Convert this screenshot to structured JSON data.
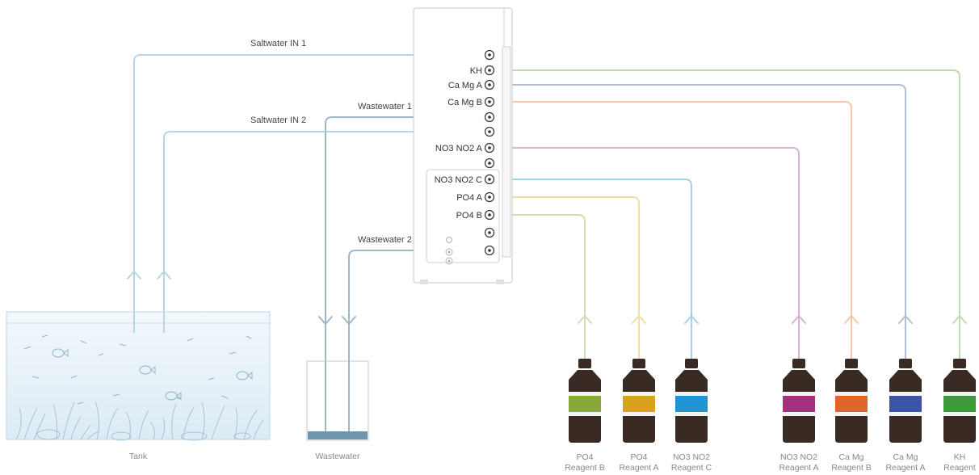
{
  "colors": {
    "saltwater": "#b5d7e8",
    "wastewater": "#9fb8c8",
    "kh": "#bfdcb0",
    "camg_a": "#b5bcd6",
    "camg_b": "#f2c8ad",
    "no3no2_a": "#d9b1d6",
    "no3no2_c": "#a8d0e8",
    "po4_a": "#f0df9e",
    "po4_b": "#cfe0b0",
    "bottle": "#3a2a24"
  },
  "device": {
    "ports": [
      {
        "label": ""
      },
      {
        "label": "KH"
      },
      {
        "label": "Ca Mg A"
      },
      {
        "label": "Ca Mg B"
      },
      {
        "label": ""
      },
      {
        "label": ""
      },
      {
        "label": "NO3 NO2 A"
      },
      {
        "label": ""
      },
      {
        "label": "NO3 NO2 C"
      },
      {
        "label": "PO4 A"
      },
      {
        "label": "PO4 B"
      },
      {
        "label": ""
      },
      {
        "label": ""
      }
    ]
  },
  "lines": {
    "saltwater_in_1": "Saltwater IN 1",
    "saltwater_in_2": "Saltwater IN 2",
    "wastewater_1": "Wastewater 1",
    "wastewater_2": "Wastewater 2"
  },
  "containers": {
    "tank": "Tank",
    "wastewater": "Wastewater"
  },
  "bottles": [
    {
      "line1": "PO4",
      "line2": "Reagent B",
      "label_color": "#8aa83a"
    },
    {
      "line1": "PO4",
      "line2": "Reagent A",
      "label_color": "#d9a21c"
    },
    {
      "line1": "NO3 NO2",
      "line2": "Reagent C",
      "label_color": "#1e94d2"
    },
    {
      "line1": "NO3 NO2",
      "line2": "Reagent A",
      "label_color": "#a3307f"
    },
    {
      "line1": "Ca Mg",
      "line2": "Reagent B",
      "label_color": "#e0652a"
    },
    {
      "line1": "Ca Mg",
      "line2": "Reagent A",
      "label_color": "#3c52a6"
    },
    {
      "line1": "KH",
      "line2": "Reagent",
      "label_color": "#3f9a3c"
    }
  ]
}
